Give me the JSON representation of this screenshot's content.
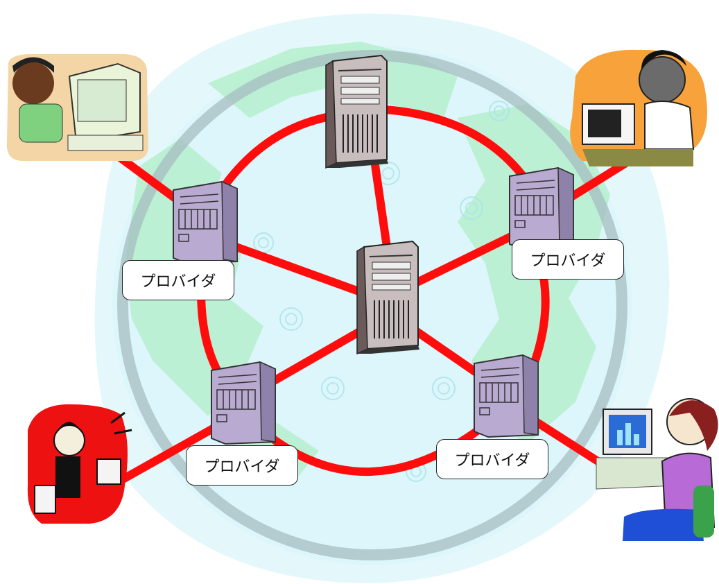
{
  "diagram": {
    "colors": {
      "link": "#ff0d0d",
      "globe_water": "#dff8fc",
      "globe_ring": "#9fb8bb",
      "land": "#b6f0cf",
      "provider_server": "#b7a9cf",
      "core_server": "#c9bfbf"
    },
    "providers": [
      {
        "label": "プロバイダ"
      },
      {
        "label": "プロバイダ"
      },
      {
        "label": "プロバイダ"
      },
      {
        "label": "プロバイダ"
      }
    ],
    "users": [
      {
        "icon": "user-boy-at-computer-icon"
      },
      {
        "icon": "user-man-at-computer-icon"
      },
      {
        "icon": "user-woman-frustrated-icon"
      },
      {
        "icon": "user-woman-at-computer-icon"
      }
    ]
  }
}
